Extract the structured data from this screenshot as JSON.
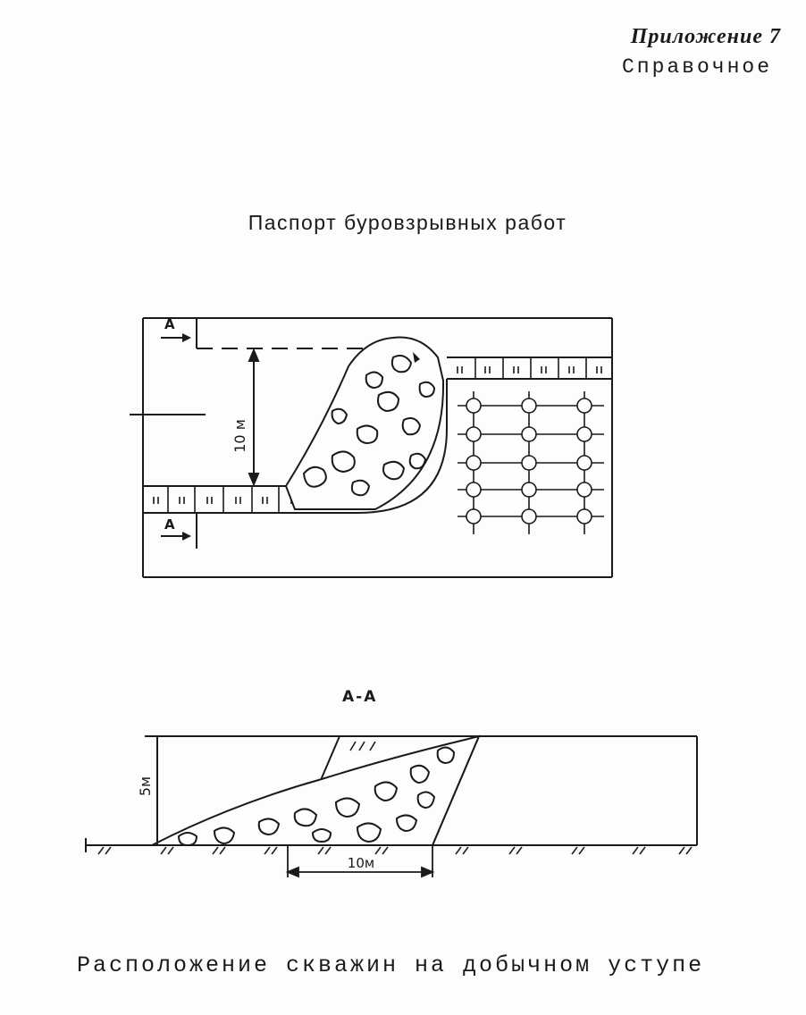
{
  "header": {
    "appendix": "Приложение 7",
    "reference": "Справочное"
  },
  "title": "Паспорт буровзрывных работ",
  "plan": {
    "section_marker": "А",
    "bench_height_label": "10 м"
  },
  "section": {
    "label": "А-А",
    "height_label": "5м",
    "width_label": "10м"
  },
  "caption": "Расположение скважин на добычном уступе",
  "colors": {
    "ink": "#1a1a1a",
    "paper": "#fdfdfb"
  }
}
